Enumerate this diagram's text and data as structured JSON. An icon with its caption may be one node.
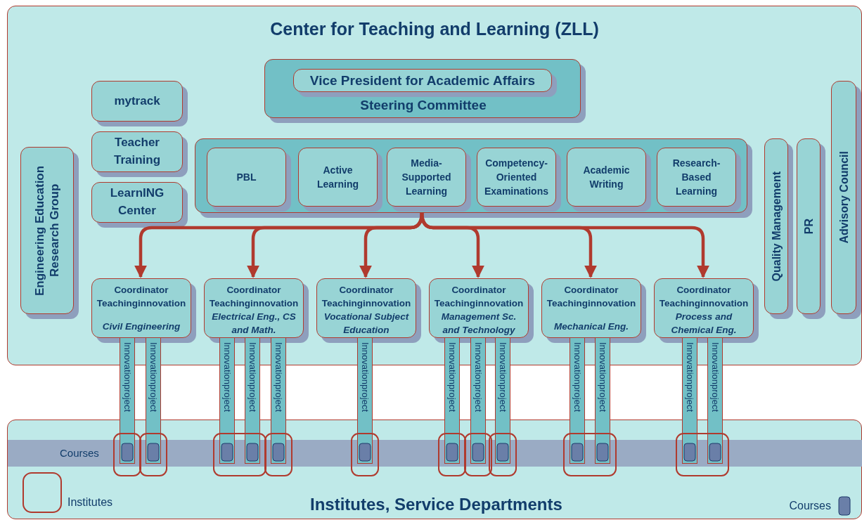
{
  "diagram": {
    "nodes": [
      {
        "text": [
          "Center for Teaching and Learning (ZLL)"
        ]
      },
      {
        "text": [
          "Steering Committee"
        ],
        "in": 0
      },
      {
        "text": [
          "Vice President for Academic Affairs"
        ],
        "in": 1
      },
      {
        "text": [
          "mytrack"
        ],
        "in": 0
      },
      {
        "text": [
          "Teacher Training"
        ],
        "in": 0
      },
      {
        "text": [
          "LearnING Center"
        ],
        "in": 0
      },
      {
        "text": [
          "Engineering Education Research Group"
        ],
        "in": 0
      },
      {
        "text": [],
        "shape": "box",
        "in": 0
      },
      {
        "text": [
          "PBL"
        ],
        "in": 7
      },
      {
        "text": [
          "Active Learning"
        ],
        "in": 7
      },
      {
        "text": [
          "Media-Supported Learning"
        ],
        "in": 7
      },
      {
        "text": [
          "Competency-Oriented Examinations"
        ],
        "in": 7
      },
      {
        "text": [
          "Academic Writing"
        ],
        "in": 7
      },
      {
        "text": [
          "Research-Based Learning"
        ],
        "in": 7
      },
      {
        "text": [
          "Quality Management"
        ],
        "in": 0
      },
      {
        "text": [
          "PR"
        ],
        "in": 0
      },
      {
        "text": [
          "Advisory Council"
        ],
        "in": 0
      },
      {
        "text": [
          "Coordinator Teachinginnovation",
          "Civil Engineering"
        ],
        "in": 0
      },
      {
        "text": [
          "Coordinator Teachinginnovation",
          "Electrical Eng., CS and Math."
        ],
        "in": 0
      },
      {
        "text": [
          "Coordinator Teachinginnovation",
          "Vocational Subject Education"
        ],
        "in": 0
      },
      {
        "text": [
          "Coordinator Teachinginnovation",
          "Management Sc. and Technology"
        ],
        "in": 0
      },
      {
        "text": [
          "Coordinator Teachinginnovation",
          "Mechanical Eng."
        ],
        "in": 0
      },
      {
        "text": [
          "Coordinator Teachinginnovation",
          "Process and Chemical Eng."
        ],
        "in": 0
      },
      {
        "text": [
          "Institutes, Service Departments"
        ]
      },
      {
        "text": [
          "Courses"
        ],
        "in": 23
      },
      {
        "text": [
          "Innovationproject"
        ]
      },
      {
        "text": [
          "Innovationproject"
        ]
      },
      {
        "text": [
          "Innovationproject"
        ]
      },
      {
        "text": [
          "Innovationproject"
        ]
      },
      {
        "text": [
          "Innovationproject"
        ]
      },
      {
        "text": [
          "Innovationproject"
        ]
      },
      {
        "text": [
          "Innovationproject"
        ]
      },
      {
        "text": [
          "Innovationproject"
        ]
      },
      {
        "text": [
          "Innovationproject"
        ]
      },
      {
        "text": [
          "Innovationproject"
        ]
      },
      {
        "text": [
          "Innovationproject"
        ]
      },
      {
        "text": [
          "Innovationproject"
        ]
      },
      {
        "text": [
          "Innovationproject"
        ]
      }
    ],
    "edges": [
      {
        "from": 7,
        "to": 17,
        "arrow": "to"
      },
      {
        "from": 7,
        "to": 18,
        "arrow": "to"
      },
      {
        "from": 7,
        "to": 19,
        "arrow": "to"
      },
      {
        "from": 7,
        "to": 20,
        "arrow": "to"
      },
      {
        "from": 7,
        "to": 21,
        "arrow": "to"
      },
      {
        "from": 7,
        "to": 22,
        "arrow": "to"
      }
    ],
    "legend": [
      {
        "text": "Institutes"
      },
      {
        "text": "Courses"
      }
    ]
  }
}
